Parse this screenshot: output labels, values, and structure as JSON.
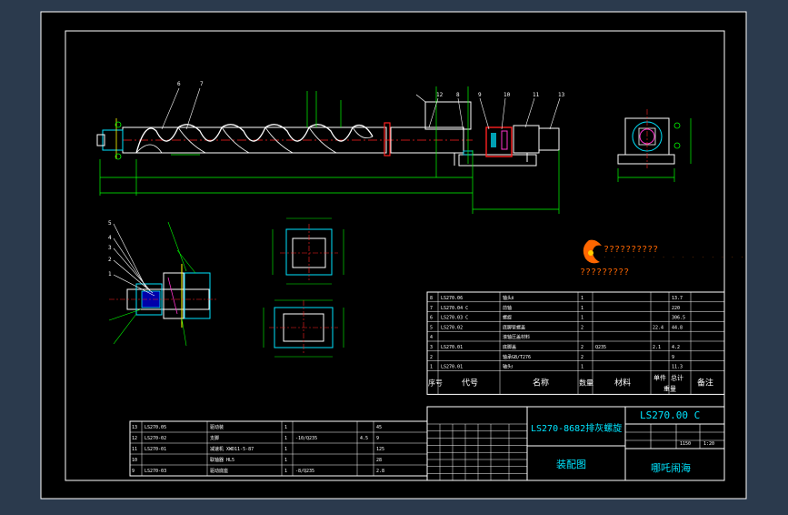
{
  "colors": {
    "bg_outer": "#2b3a4d",
    "sheet": "#000000",
    "line": "#ffffff",
    "dim": "#00ff00",
    "part": "#ff2020",
    "accent_yellow": "#ffff00",
    "cyan": "#00e5ff",
    "magenta": "#ff33cc",
    "logo_orange": "#ff6600"
  },
  "callouts_main": [
    "6",
    "7",
    "12",
    "8",
    "9",
    "10",
    "11",
    "13"
  ],
  "callouts_detail": [
    "5",
    "4",
    "3",
    "2",
    "1"
  ],
  "logo": {
    "line1": "??????????",
    "line2": "?????????"
  },
  "bom_upper": {
    "rows": [
      {
        "no": "8",
        "code": "LS270.06",
        "name": "轴头Ⅱ",
        "qty": "1",
        "mat": "",
        "unit": "",
        "total": "13.7"
      },
      {
        "no": "7",
        "code": "LS270.04 C",
        "name": "前轴",
        "qty": "1",
        "mat": "",
        "unit": "",
        "total": "220"
      },
      {
        "no": "6",
        "code": "LS270.03 C",
        "name": "螺旋",
        "qty": "1",
        "mat": "",
        "unit": "",
        "total": "306.5"
      },
      {
        "no": "5",
        "code": "LS270.02",
        "name": "底脚管螺盖",
        "qty": "2",
        "mat": "",
        "unit": "22.4",
        "total": "44.8"
      },
      {
        "no": "4",
        "code": "",
        "name": "滚轴压盖材料",
        "qty": "",
        "mat": "",
        "unit": "",
        "total": ""
      },
      {
        "no": "3",
        "code": "LS270.01",
        "name": "底脚盖",
        "qty": "2",
        "mat": "Q235",
        "unit": "2.1",
        "total": "4.2"
      },
      {
        "no": "2",
        "code": "",
        "name": "轴承GB/T276",
        "qty": "2",
        "mat": "",
        "unit": "",
        "total": "9"
      },
      {
        "no": "1",
        "code": "LS270.01",
        "name": "轴头Ⅰ",
        "qty": "1",
        "mat": "",
        "unit": "",
        "total": "11.3"
      }
    ],
    "header": {
      "no": "序号",
      "code": "代号",
      "name": "名称",
      "qty": "数量",
      "mat": "材料",
      "unit": "单件",
      "total": "总计",
      "weight": "重量",
      "note": "备注"
    }
  },
  "bom_lower": {
    "rows": [
      {
        "no": "13",
        "code": "LS270.05",
        "name": "驱动装",
        "qty": "1",
        "mat": "",
        "unit": "",
        "total": "45"
      },
      {
        "no": "12",
        "code": "LS270-02",
        "name": "支脚",
        "qty": "1",
        "mat": "-10/Q235",
        "unit": "4.5",
        "total": "9"
      },
      {
        "no": "11",
        "code": "LS270-01",
        "name": "减速机 XWD11-5-87",
        "qty": "1",
        "mat": "",
        "unit": "",
        "total": "125"
      },
      {
        "no": "10",
        "code": "",
        "name": "联轴器 HL5",
        "qty": "1",
        "mat": "",
        "unit": "",
        "total": "28"
      },
      {
        "no": "9",
        "code": "LS270-03",
        "name": "驱动底座",
        "qty": "1",
        "mat": "-8/Q235",
        "unit": "",
        "total": "2.8"
      }
    ]
  },
  "title_block": {
    "product": "LS270-8682排灰螺旋",
    "drawing_no": "LS270.00 C",
    "drawing_type": "装配图",
    "company": "哪吒闹海",
    "scale": "1:20",
    "weight": "1150"
  }
}
